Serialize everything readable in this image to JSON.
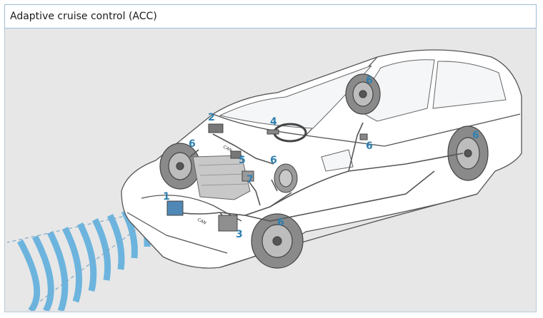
{
  "header": {
    "title": "Adaptive cruise control (ACC)"
  },
  "diagram": {
    "callouts": [
      {
        "id": "c1",
        "text": "1"
      },
      {
        "id": "c2",
        "text": "2"
      },
      {
        "id": "c3",
        "text": "3"
      },
      {
        "id": "c4",
        "text": "4"
      },
      {
        "id": "c5",
        "text": "5"
      },
      {
        "id": "c6a",
        "text": "6"
      },
      {
        "id": "c6b",
        "text": "6"
      },
      {
        "id": "c6c",
        "text": "6"
      },
      {
        "id": "c6d",
        "text": "6"
      },
      {
        "id": "c6e",
        "text": "6"
      },
      {
        "id": "c6f",
        "text": "6"
      },
      {
        "id": "c7",
        "text": "7"
      }
    ],
    "bus_labels": [
      "CAN",
      "CAN"
    ]
  },
  "colors": {
    "callout": "#2f7fb0",
    "radar_wave": "#6cb4de",
    "title_border": "#9fbdd3",
    "background": "#e7e7e7"
  }
}
